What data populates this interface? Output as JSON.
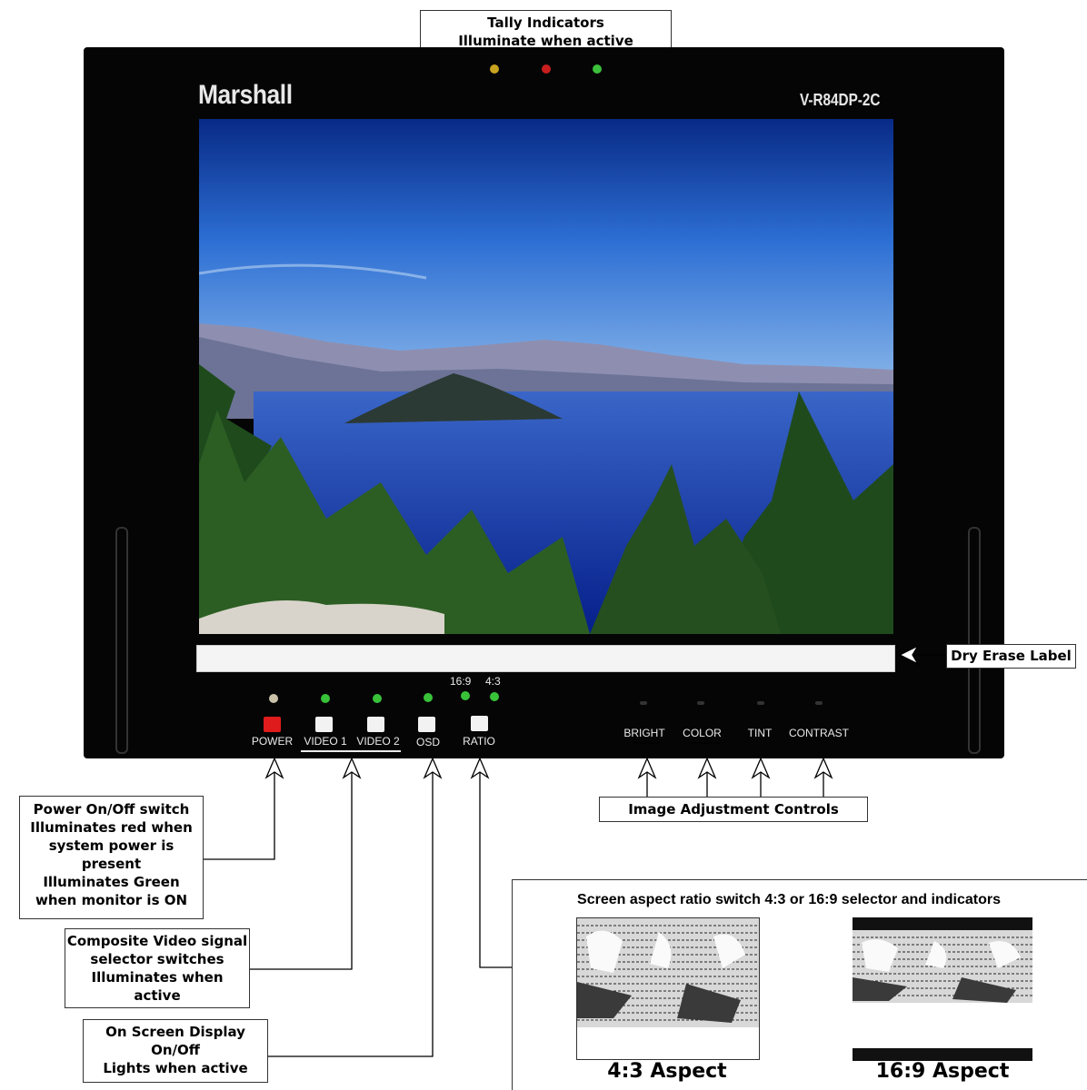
{
  "tally_callout": {
    "line1": "Tally Indicators",
    "line2": "Illuminate when active"
  },
  "tally_leds": [
    {
      "name": "tally-led-yellow",
      "color": "#c8a320"
    },
    {
      "name": "tally-led-red",
      "color": "#c81e1e"
    },
    {
      "name": "tally-led-green",
      "color": "#3cc03c"
    }
  ],
  "monitor": {
    "brand": "Marshall",
    "model": "V-R84DP-2C"
  },
  "ratio_indicator_labels": {
    "wide": "16:9",
    "standard": "4:3"
  },
  "front_buttons": [
    {
      "label": "POWER",
      "color": "#e01b1b",
      "led_color": "#c9c2a9"
    },
    {
      "label": "VIDEO 1",
      "color": "#f2f2f2",
      "led_color": "#39c239"
    },
    {
      "label": "VIDEO 2",
      "color": "#f2f2f2",
      "led_color": "#39c239"
    },
    {
      "label": "OSD",
      "color": "#f2f2f2",
      "led_color": "#39c239"
    },
    {
      "label": "RATIO",
      "color": "#f2f2f2",
      "led_color": "#39c239"
    }
  ],
  "adjustment_controls": [
    "BRIGHT",
    "COLOR",
    "TINT",
    "CONTRAST"
  ],
  "dry_erase_callout": "Dry Erase Label",
  "image_adjust_callout": "Image Adjustment Controls",
  "power_callout": [
    "Power On/Off switch",
    "Illuminates red when",
    "system power is",
    "present",
    "Illuminates Green",
    "when monitor is ON"
  ],
  "video_callout": [
    "Composite Video signal",
    "selector switches",
    "Illuminates when",
    "active"
  ],
  "osd_callout": [
    "On Screen Display",
    "On/Off",
    "Lights when active"
  ],
  "ratio_section": {
    "title": "Screen aspect ratio switch 4:3 or 16:9 selector and indicators",
    "aspect_43_caption": "4:3 Aspect",
    "aspect_169_caption": "16:9 Aspect"
  },
  "colors": {
    "bezel": "#050505",
    "sky_top": "#0b2f8f",
    "lake": "#0a2fa8",
    "trees": "#1f4a1c"
  }
}
